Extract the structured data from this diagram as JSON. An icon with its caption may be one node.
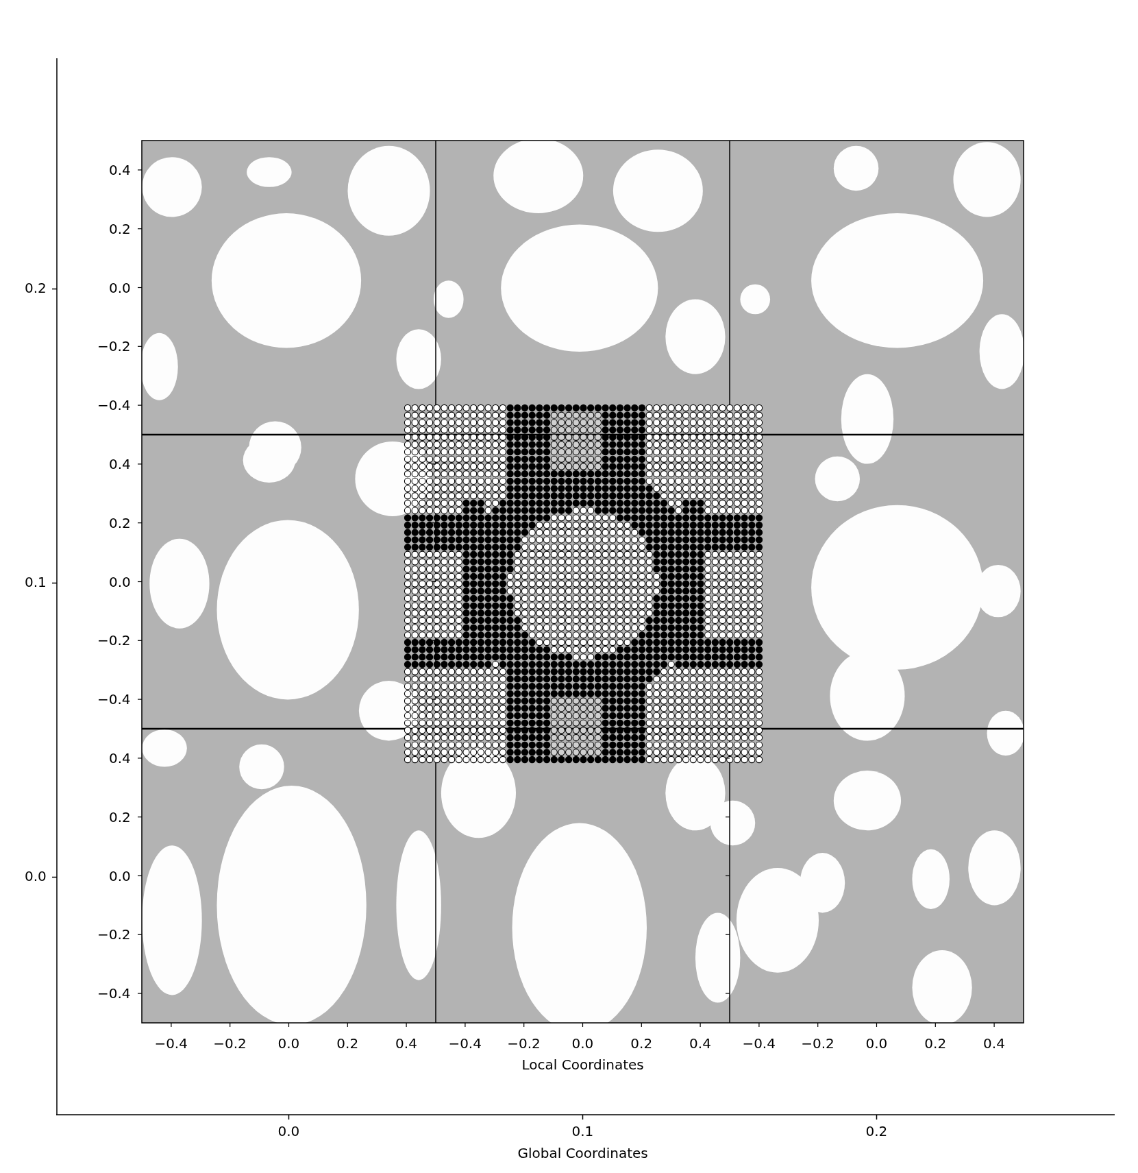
{
  "diagram": {
    "labels": [
      "0.4",
      "0.2",
      "0.2",
      "0.0",
      "−0.2",
      "−0.4",
      "0.4",
      "0.2",
      "0.1",
      "0.0",
      "−0.2",
      "−0.4",
      "0.4",
      "0.2",
      "0.0",
      "0.0",
      "−0.2",
      "−0.4",
      "−0.4",
      "−0.2",
      "0.0",
      "0.2",
      "0.4",
      "−0.4",
      "−0.2",
      "0.0",
      "0.2",
      "0.4",
      "−0.4",
      "−0.2",
      "0.0",
      "0.2",
      "0.4",
      "Local Coordinates",
      "0.0",
      "0.1",
      "0.2",
      "Global Coordinates"
    ]
  }
}
